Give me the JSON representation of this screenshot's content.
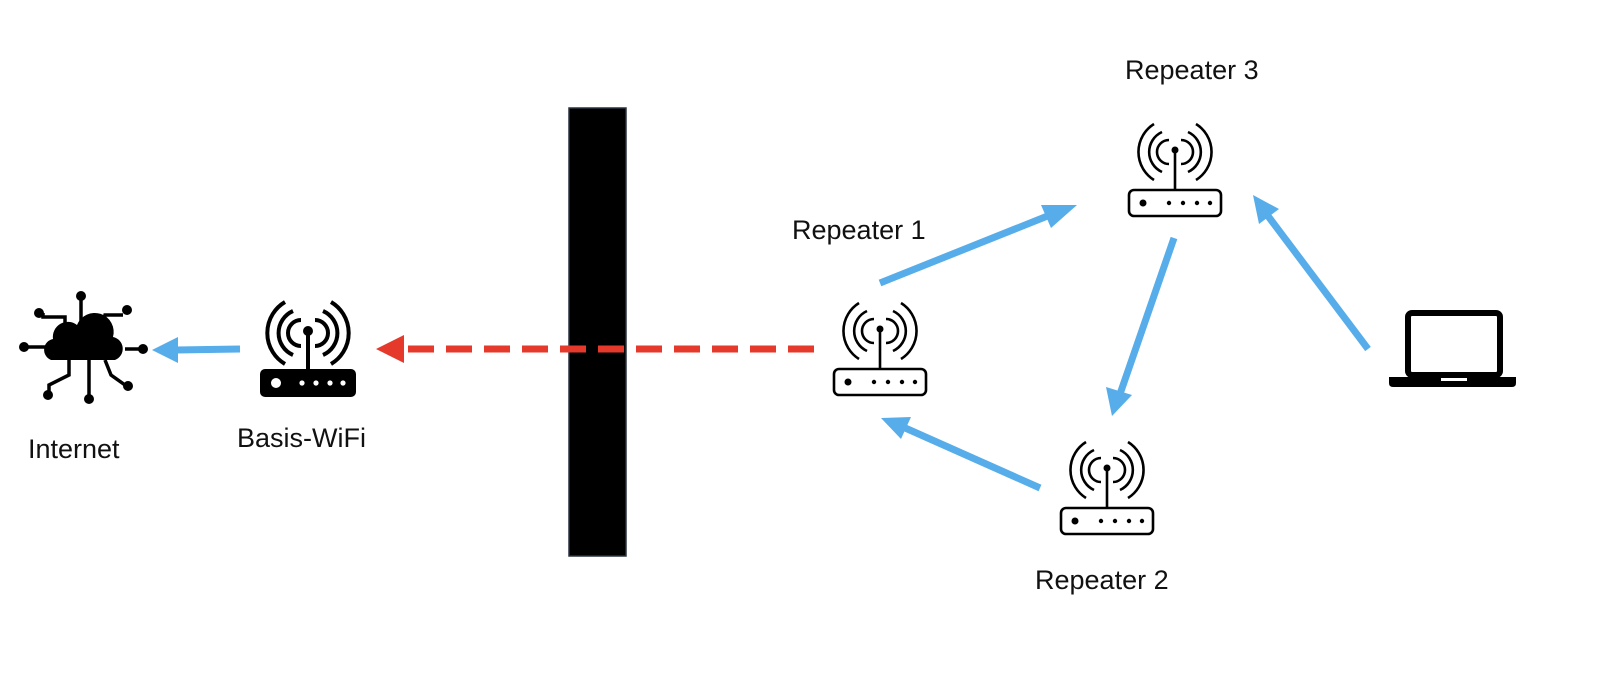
{
  "labels": {
    "internet": "Internet",
    "base_wifi": "Basis-WiFi",
    "repeater_1": "Repeater 1",
    "repeater_2": "Repeater 2",
    "repeater_3": "Repeater 3"
  },
  "icons": {
    "internet": "cloud-network-icon",
    "base_wifi": "wifi-router-icon",
    "repeaters": "wifi-router-icon",
    "client": "laptop-icon"
  },
  "colors": {
    "working_link": "#56adea",
    "blocked_link": "#e53a2b",
    "wall": "#000000"
  }
}
